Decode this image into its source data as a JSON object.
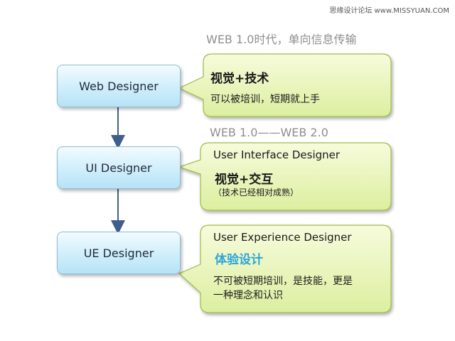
{
  "watermark": "思缘设计论坛 www.MISSYUAN.COM",
  "captions": {
    "web1": "WEB 1.0时代，单向信息传输",
    "transition": "WEB 1.0——WEB  2.0"
  },
  "roles": {
    "web": "Web Designer",
    "ui": "UI  Designer",
    "ue": "UE  Designer"
  },
  "callouts": {
    "web": {
      "heading": "视觉+技术",
      "body": "可以被培训，短期就上手"
    },
    "ui": {
      "english": "User Interface Designer",
      "heading": "视觉+交互",
      "note": "（技术已经相对成熟）"
    },
    "ue": {
      "english": "User  Experience Designer",
      "heading": "体验设计",
      "body_line1": "不可被短期培训，是技能，更是",
      "body_line2": "一种理念和认识"
    }
  },
  "colors": {
    "role_fill": "#cfeefb",
    "role_border": "#8fbcd4",
    "callout_fill": "#e6f4b8",
    "callout_border": "#9dbb4a",
    "arrow": "#3e5f8c",
    "accent_text": "#2aa6d9",
    "caption_text": "#8e8e8e"
  }
}
